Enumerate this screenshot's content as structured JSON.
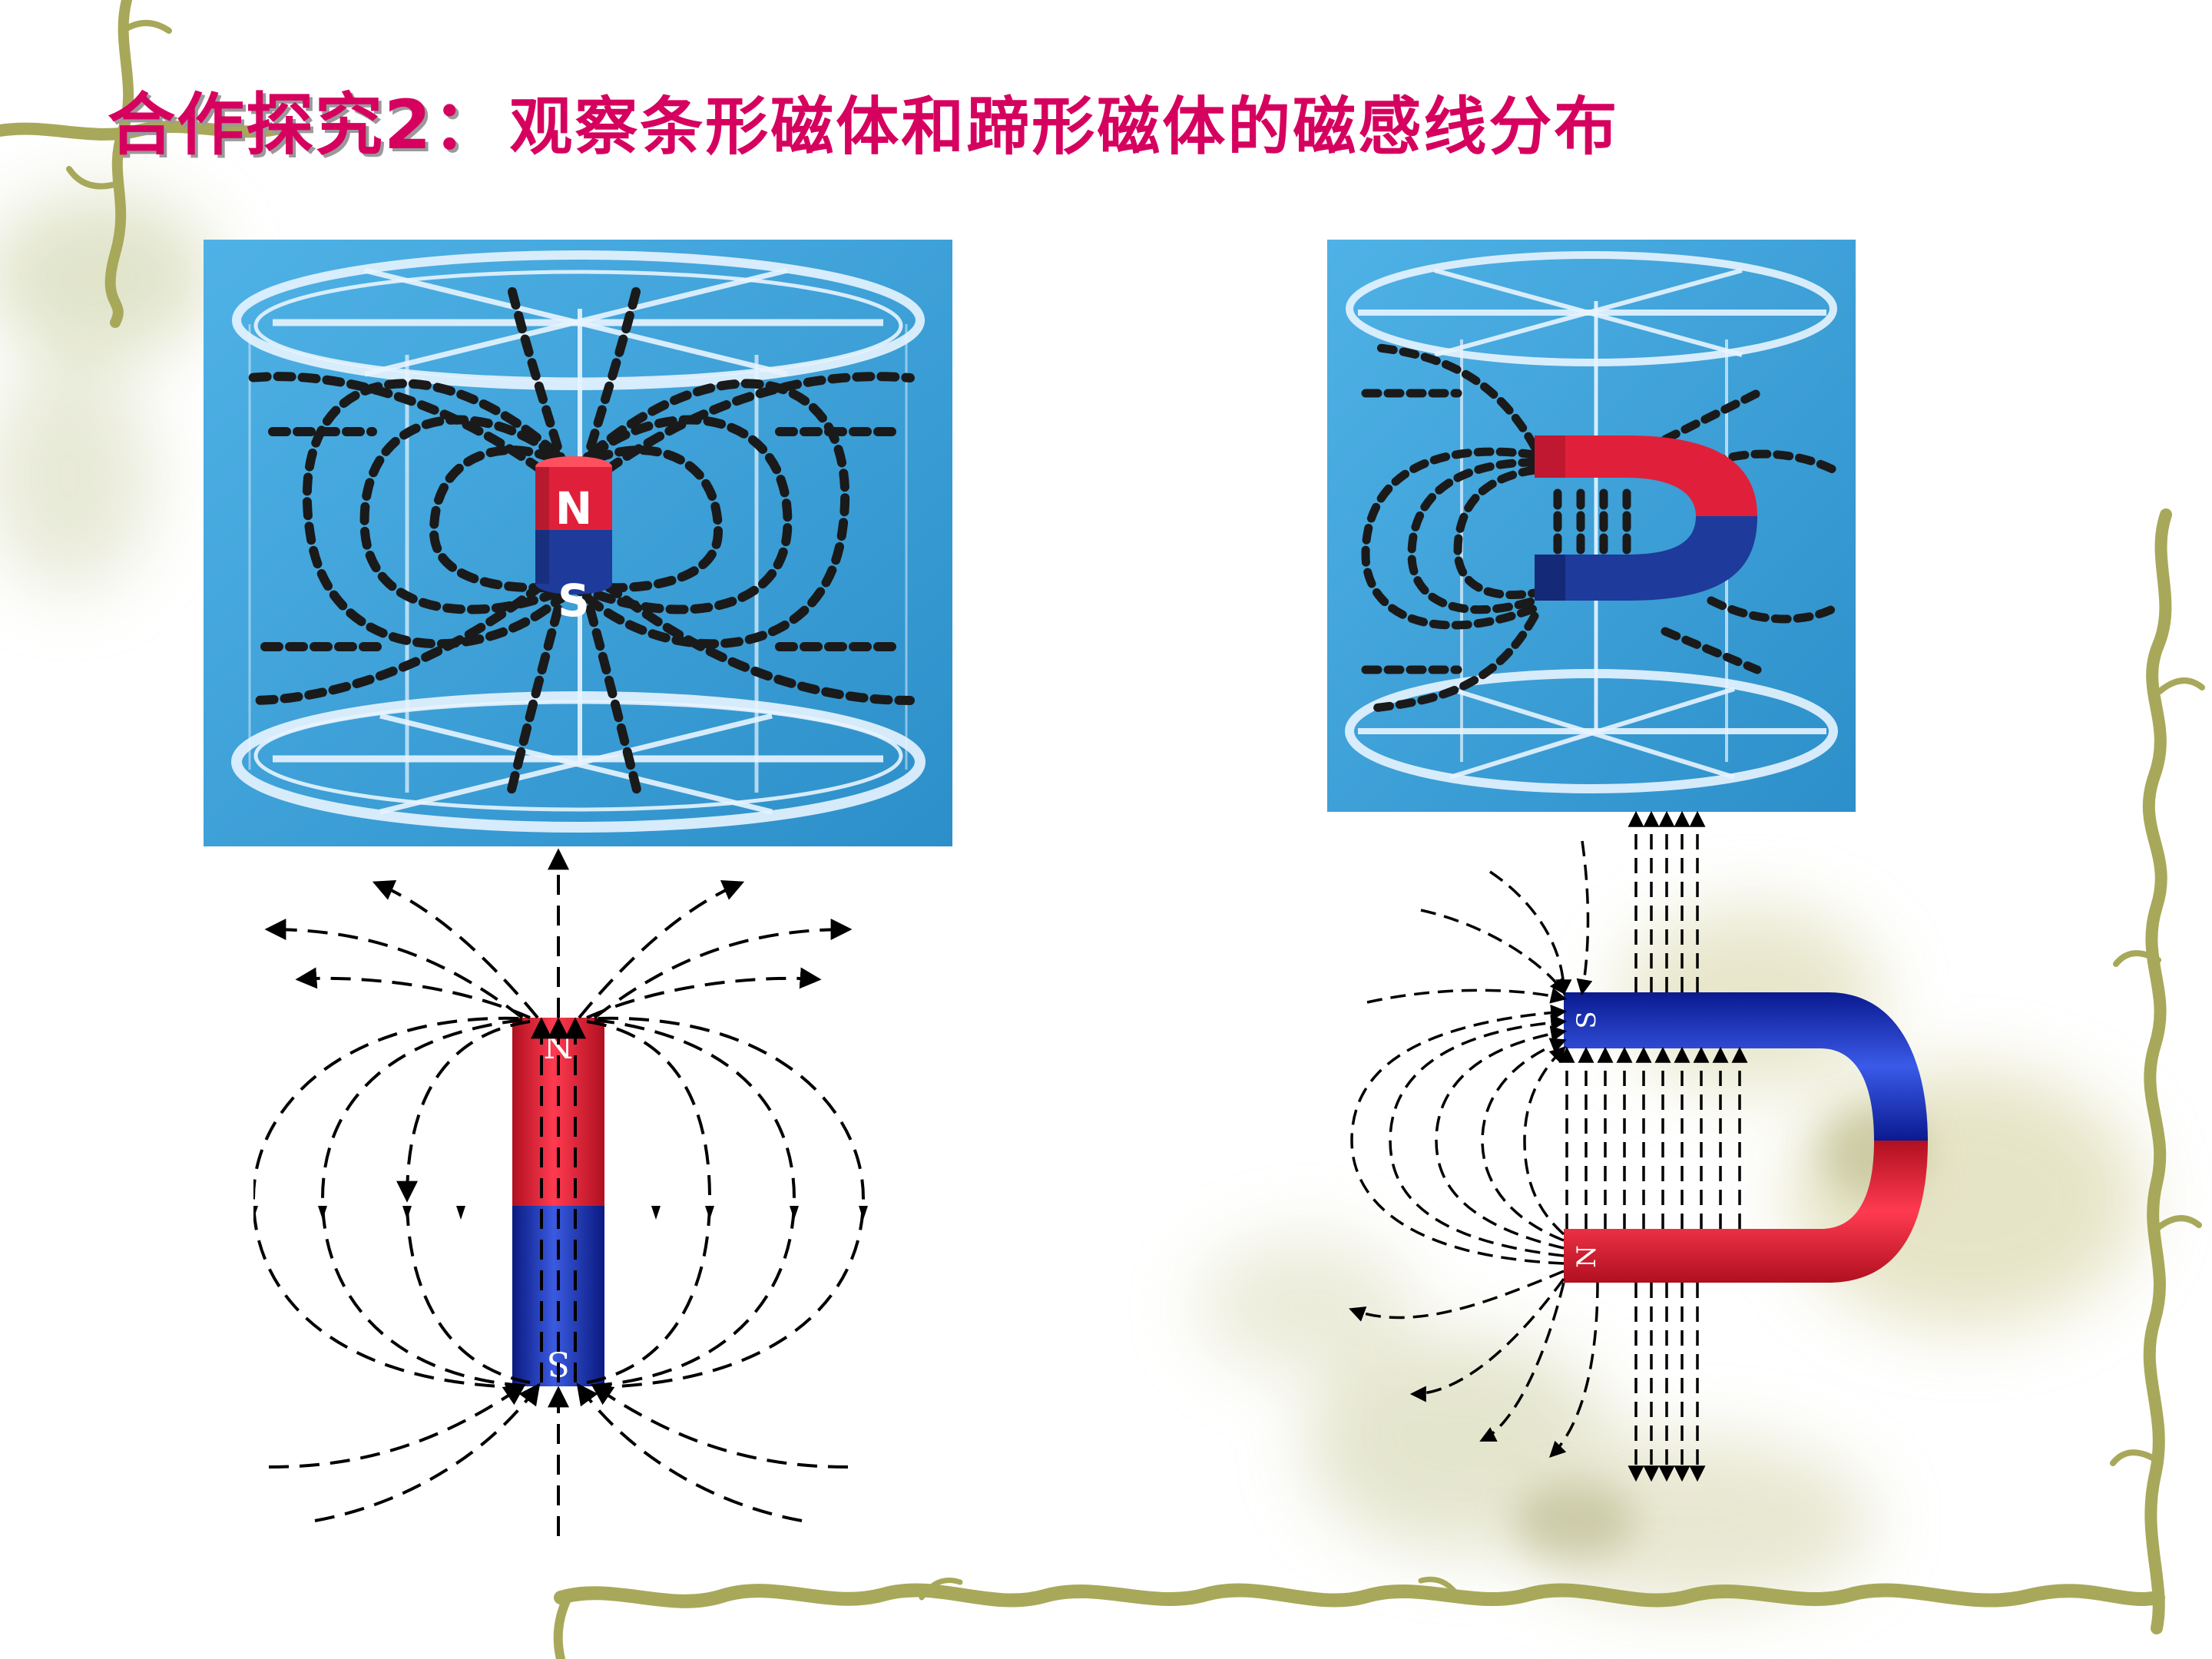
{
  "slide": {
    "title_prefix": "合作探究2：",
    "title_text": "观察条形磁体和蹄形磁体的磁感线分布"
  },
  "bar_photo": {
    "north_label": "N",
    "south_label": "S"
  },
  "bar_diagram": {
    "north_label": "N",
    "south_label": "S"
  },
  "horseshoe_diagram": {
    "south_label": "S",
    "north_label": "N"
  },
  "colors": {
    "title": "#d6005f",
    "north_pole": "#e0203a",
    "south_pole": "#1a3ab0",
    "photo_background": "#3aa6dc",
    "vine": "#a8a85a"
  }
}
